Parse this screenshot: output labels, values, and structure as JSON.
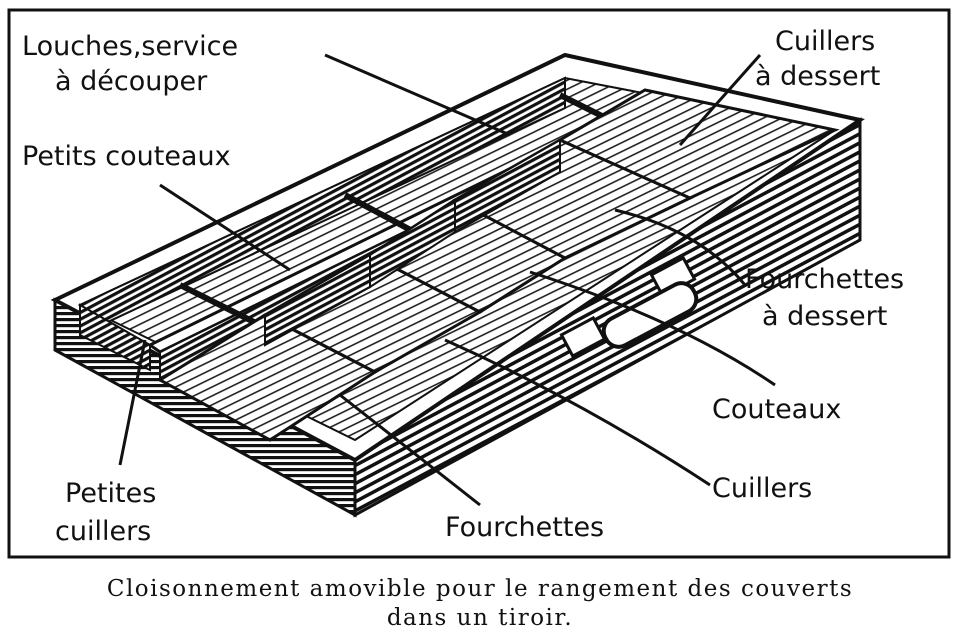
{
  "labels": {
    "louches_1": "Louches,service",
    "louches_2": "à découper",
    "cuillers_dessert_1": "Cuillers",
    "cuillers_dessert_2": "à dessert",
    "petits_couteaux": "Petits couteaux",
    "fourchettes_dessert_1": "Fourchettes",
    "fourchettes_dessert_2": "à dessert",
    "couteaux": "Couteaux",
    "cuillers": "Cuillers",
    "petites_cuillers_1": "Petites",
    "petites_cuillers_2": "cuillers",
    "fourchettes": "Fourchettes"
  },
  "caption": {
    "line1": "Cloisonnement amovible pour le rangement des couverts",
    "line2": "dans un tiroir."
  }
}
